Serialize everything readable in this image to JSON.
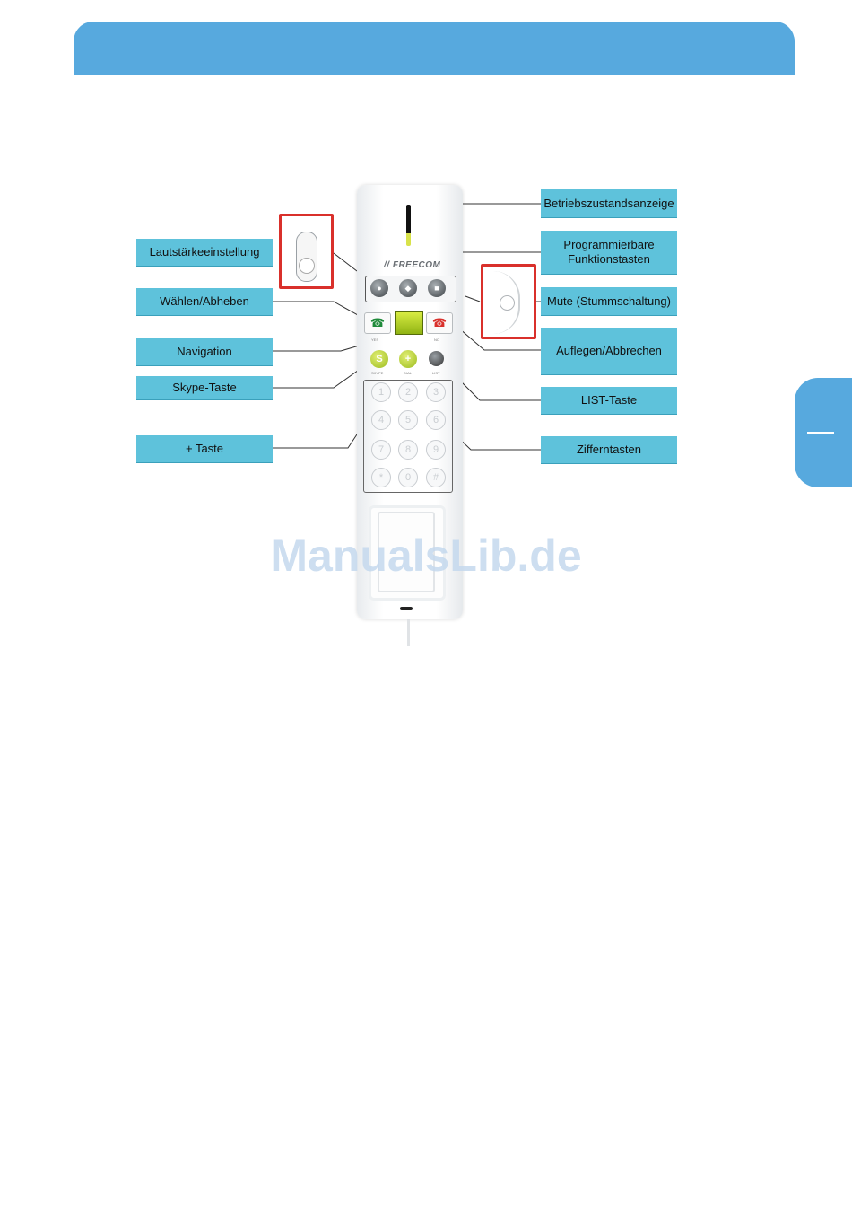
{
  "callouts": {
    "volume": "Lautstärkeeinstellung",
    "dial": "Wählen/Abheben",
    "navigation": "Navigation",
    "skype": "Skype-Taste",
    "plus": "+ Taste",
    "status": "Betriebszustandsanzeige",
    "function_keys": "Programmierbare\nFunktionstasten",
    "mute": "Mute (Stummschaltung)",
    "hangup": "Auflegen/Abbrechen",
    "list": "LIST-Taste",
    "number_keys": "Zifferntasten"
  },
  "device": {
    "brand": "// FREECOM",
    "keys": [
      "1",
      "2",
      "3",
      "4",
      "5",
      "6",
      "7",
      "8",
      "9",
      "*",
      "0",
      "#"
    ],
    "labels": {
      "skype": "SKYPE",
      "dial": "DIAL",
      "list": "LIST",
      "yes": "YES",
      "no": "NO"
    }
  },
  "watermark": "ManualsLib.de",
  "colors": {
    "header": "#57a9de",
    "callout": "#5ec2db",
    "highlight": "#d9302b",
    "nav_key": "#b5d22a"
  }
}
